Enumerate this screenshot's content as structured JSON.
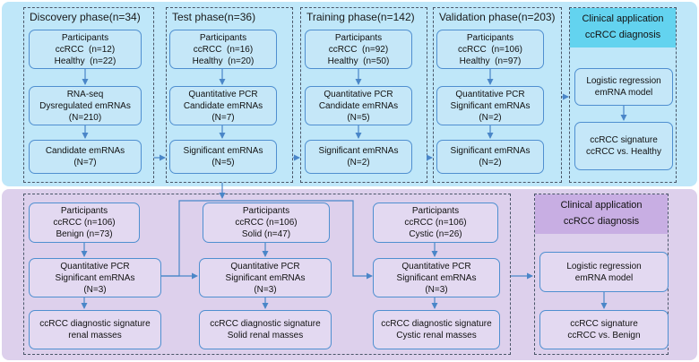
{
  "top": {
    "phases": [
      {
        "title": "Discovery phase(n=34)",
        "boxes": [
          {
            "lines": [
              "Participants",
              "ccRCC  (n=12)",
              "Healthy  (n=22)"
            ]
          },
          {
            "lines": [
              "RNA-seq",
              "Dysregulated emRNAs",
              "(N=210)"
            ]
          },
          {
            "lines": [
              "Candidate emRNAs",
              "(N=7)"
            ]
          }
        ]
      },
      {
        "title": "Test phase(n=36)",
        "boxes": [
          {
            "lines": [
              "Participants",
              "ccRCC  (n=16)",
              "Healthy  (n=20)"
            ]
          },
          {
            "lines": [
              "Quantitative PCR",
              "Candidate emRNAs",
              "(N=7)"
            ]
          },
          {
            "lines": [
              "Significant emRNAs",
              "(N=5)"
            ]
          }
        ]
      },
      {
        "title": "Training phase(n=142)",
        "boxes": [
          {
            "lines": [
              "Participants",
              "ccRCC  (n=92)",
              "Healthy  (n=50)"
            ]
          },
          {
            "lines": [
              "Quantitative PCR",
              "Candidate emRNAs",
              "(N=5)"
            ]
          },
          {
            "lines": [
              "Significant emRNAs",
              "(N=2)"
            ]
          }
        ]
      },
      {
        "title": "Validation phase(n=203)",
        "boxes": [
          {
            "lines": [
              "Participants",
              "ccRCC  (n=106)",
              "Healthy  (n=97)"
            ]
          },
          {
            "lines": [
              "Quantitative PCR",
              "Significant emRNAs",
              "(N=2)"
            ]
          },
          {
            "lines": [
              "Significant emRNAs",
              "(N=2)"
            ]
          }
        ]
      }
    ],
    "application": {
      "title": "Clinical application",
      "subtitle": "ccRCC diagnosis",
      "boxes": [
        {
          "lines": [
            "Logistic regression",
            "emRNA model"
          ]
        },
        {
          "lines": [
            "ccRCC signature",
            "ccRCC vs. Healthy"
          ]
        }
      ]
    }
  },
  "bottom": {
    "columns": [
      {
        "boxes": [
          {
            "lines": [
              "Participants",
              "ccRCC (n=106)",
              "Benign (n=73)"
            ]
          },
          {
            "lines": [
              "Quantitative PCR",
              "Significant emRNAs",
              "(N=3)"
            ]
          },
          {
            "lines": [
              "ccRCC diagnostic signature",
              "renal masses"
            ]
          }
        ]
      },
      {
        "boxes": [
          {
            "lines": [
              "Participants",
              "ccRCC (n=106)",
              "Solid (n=47)"
            ]
          },
          {
            "lines": [
              "Quantitative PCR",
              "Significant emRNAs",
              "(N=3)"
            ]
          },
          {
            "lines": [
              "ccRCC diagnostic signature",
              "Solid renal masses"
            ]
          }
        ]
      },
      {
        "boxes": [
          {
            "lines": [
              "Participants",
              "ccRCC (n=106)",
              "Cystic (n=26)"
            ]
          },
          {
            "lines": [
              "Quantitative PCR",
              "Significant emRNAs",
              "(N=3)"
            ]
          },
          {
            "lines": [
              "ccRCC diagnostic signature",
              "Cystic renal masses"
            ]
          }
        ]
      }
    ],
    "application": {
      "title": "Clinical application",
      "subtitle": "ccRCC diagnosis",
      "boxes": [
        {
          "lines": [
            "Logistic regression",
            "emRNA model"
          ]
        },
        {
          "lines": [
            "ccRCC signature",
            "ccRCC vs. Benign"
          ]
        }
      ]
    }
  },
  "colors": {
    "top_panel": "#bfe7f9",
    "bottom_panel": "#ddd0ec",
    "box_border": "#4f8fd0",
    "arrow": "#4a86c8"
  }
}
